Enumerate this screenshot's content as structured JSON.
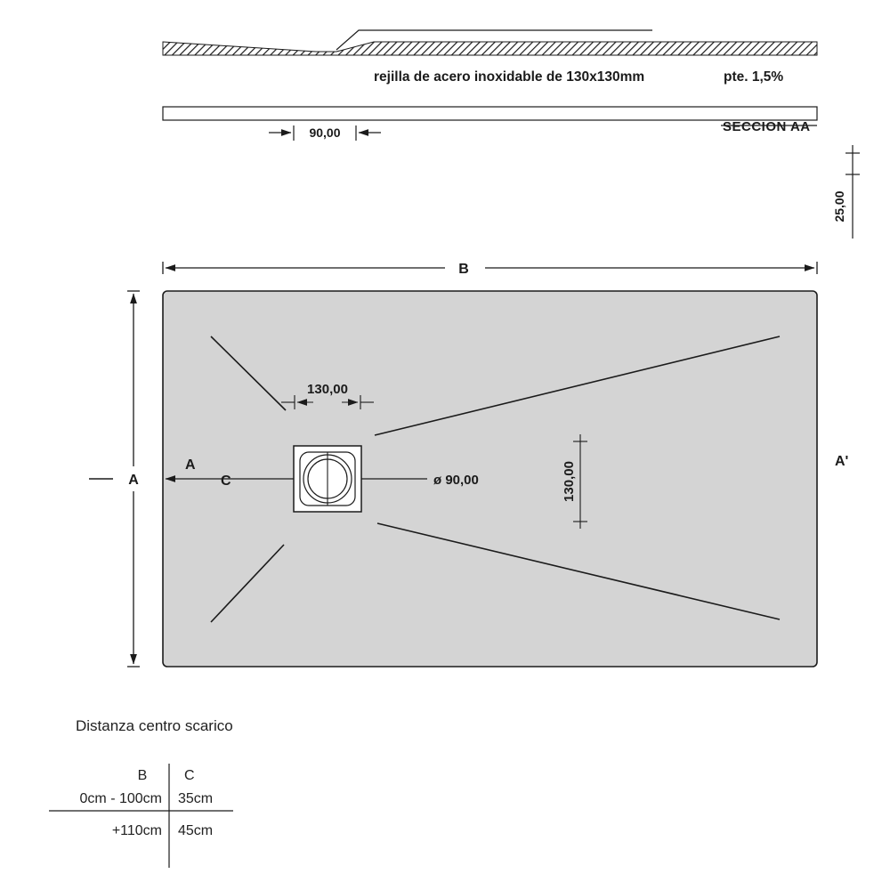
{
  "section_view": {
    "grate_note": "rejilla de acero inoxidable de 130x130mm",
    "slope_note": "pte. 1,5%",
    "section_label": "SECCION AA",
    "dim_90": "90,00",
    "dim_25": "25,00"
  },
  "plan_view": {
    "dim_b_label": "B",
    "dim_a_label": "A",
    "label_a": "A",
    "label_c": "C",
    "label_a_prime": "A'",
    "dim_drain": "130,00",
    "dim_drain_offset": "130,00",
    "dim_diameter": "ø 90,00"
  },
  "table": {
    "title": "Distanza centro scarico",
    "col_b": "B",
    "col_c": "C",
    "rows": [
      {
        "b": "0cm - 100cm",
        "c": "35cm"
      },
      {
        "b": "+110cm",
        "c": "45cm"
      }
    ]
  },
  "colors": {
    "tray_fill": "#d4d4d4",
    "line": "#1b1b1b"
  }
}
